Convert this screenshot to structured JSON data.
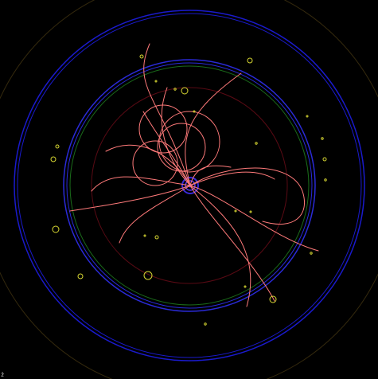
{
  "scene": {
    "type": "particle-collision-event-display",
    "background_color": "#000000",
    "detector_colors": {
      "outer_calorimeter": "#1a1acc",
      "inner_calorimeter": "#2a2ad8",
      "tracker_boundary": "#1a6b1a",
      "inner_tracker": "#5a0a14",
      "beam_pipe": "#5a3a0a",
      "vertex_region": "#3a2ad8"
    },
    "track_color": "#ff7a7a",
    "hit_color": "#d8d832",
    "track_count": 14,
    "hit_count": 24
  },
  "corner_glyph": {
    "label": "ẑ"
  }
}
